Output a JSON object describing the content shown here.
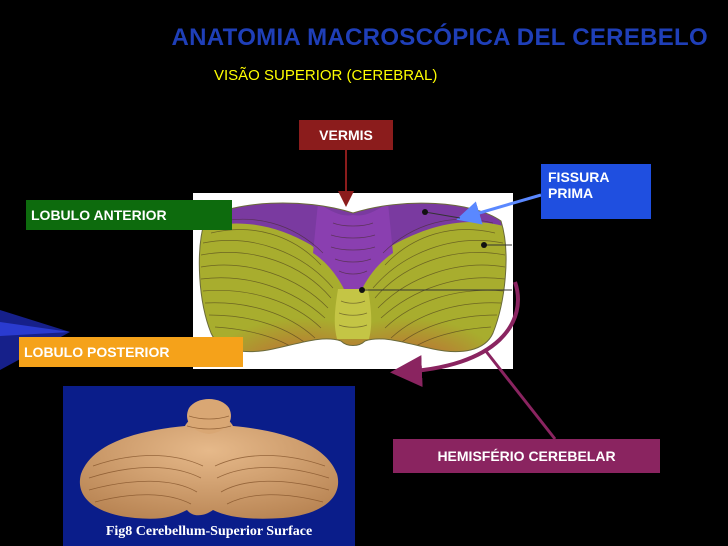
{
  "title": "ANATOMIA MACROSCÓPICA DEL CEREBELO",
  "subtitle": "VISÃO SUPERIOR (CEREBRAL)",
  "labels": {
    "vermis": "VERMIS",
    "fissura_line1": "FISSURA",
    "fissura_line2": "PRIMA",
    "lobulo_anterior": "LOBULO ANTERIOR",
    "lobulo_posterior": "LOBULO POSTERIOR",
    "hemisferio": "HEMISFÉRIO CEREBELAR"
  },
  "photo": {
    "caption": "Fig8  Cerebellum-Superior Surface"
  },
  "colors": {
    "title": "#1f3fb8",
    "subtitle": "#ffff00",
    "vermis_box": "#8b1c1c",
    "fissura_box": "#1f4fe0",
    "anterior_box": "#0d6b0d",
    "posterior_box": "#f5a21a",
    "hemisferio_box": "#8a2460",
    "photo_bg": "#0a1d8a"
  }
}
